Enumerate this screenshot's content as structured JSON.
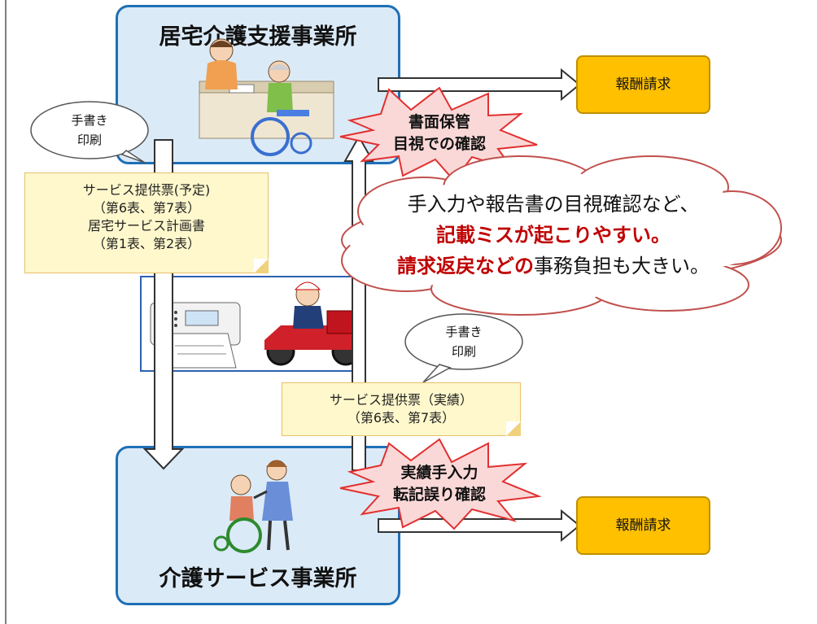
{
  "offices": {
    "care_support": {
      "title": "居宅介護支援事業所"
    },
    "care_service": {
      "title": "介護サービス事業所"
    }
  },
  "rewards": {
    "top_label": "報酬請求",
    "bottom_label": "報酬請求"
  },
  "bubbles": {
    "top": {
      "line1": "手書き",
      "line2": "印刷"
    },
    "mid": {
      "line1": "手書き",
      "line2": "印刷"
    }
  },
  "notes": {
    "plan": {
      "line1": "サービス提供票(予定)",
      "line2": "（第6表、第7表）",
      "line3": "居宅サービス計画書",
      "line4": "（第1表、第2表）"
    },
    "actual": {
      "line1": "サービス提供票（実績）",
      "line2": "（第6表、第7表）"
    }
  },
  "bursts": {
    "top": {
      "line1": "書面保管",
      "line2": "目視での確認"
    },
    "bottom": {
      "line1": "実績手入力",
      "line2": "転記誤り確認"
    }
  },
  "cloud": {
    "line1": "手入力や報告書の目視確認など、",
    "line2_red": "記載ミスが起こりやすい。",
    "line3_red": "請求返戻などの",
    "line3_rest": "事務負担も大きい。"
  }
}
